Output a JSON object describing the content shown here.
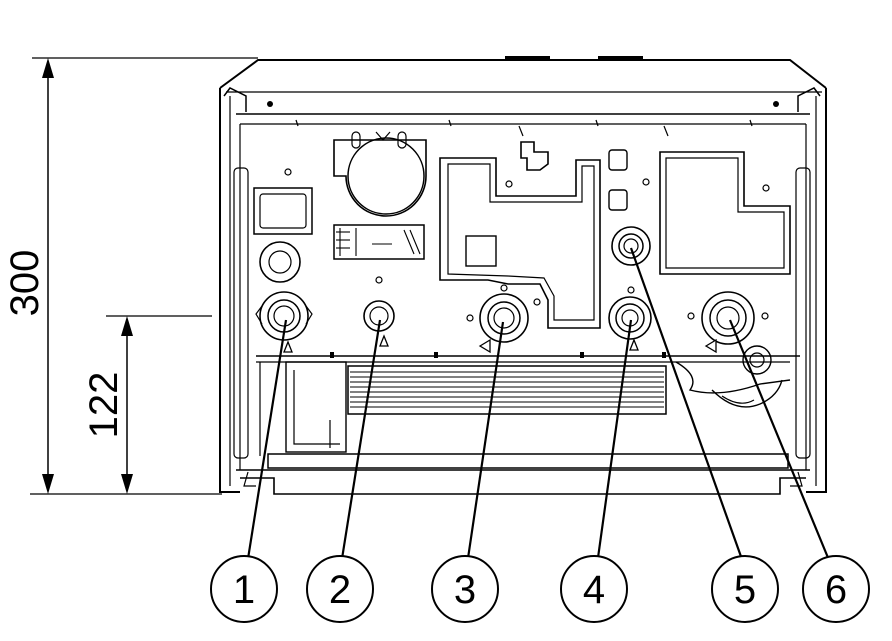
{
  "dimensions": {
    "overall_height": "300",
    "connection_height": "122"
  },
  "callouts": [
    {
      "id": "c1",
      "label": "1"
    },
    {
      "id": "c2",
      "label": "2"
    },
    {
      "id": "c3",
      "label": "3"
    },
    {
      "id": "c4",
      "label": "4"
    },
    {
      "id": "c5",
      "label": "5"
    },
    {
      "id": "c6",
      "label": "6"
    }
  ]
}
